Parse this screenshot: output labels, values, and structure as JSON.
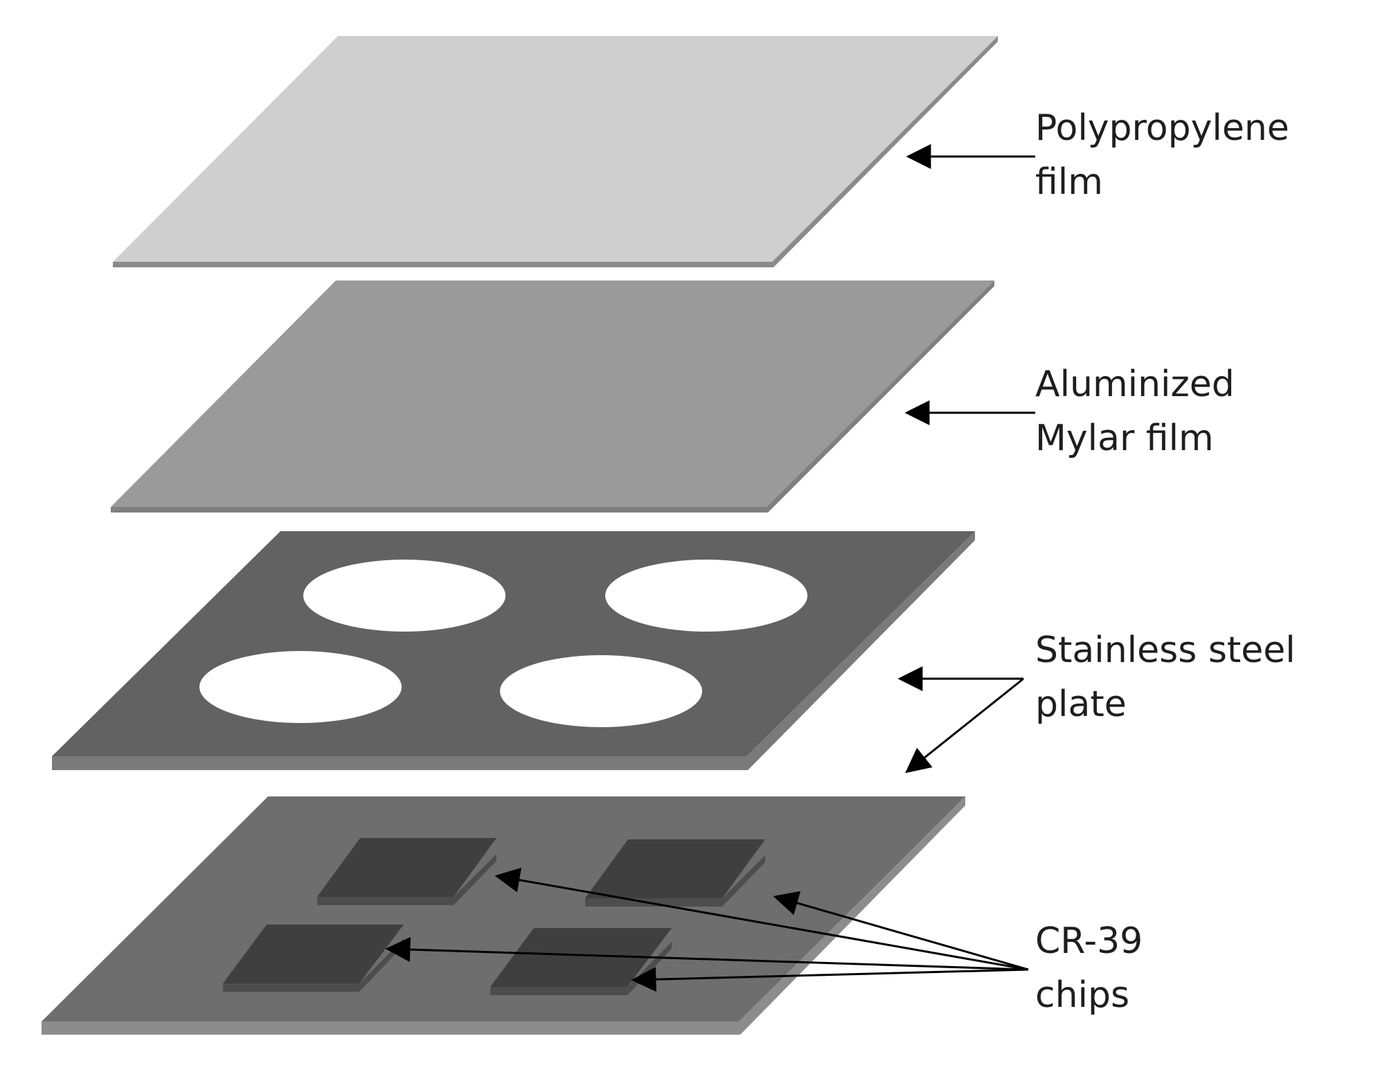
{
  "colors": {
    "background": "#ffffff",
    "polypropylene_film": "#cfcfcf",
    "polypropylene_edge": "#8a8a8a",
    "mylar_film": "#9a9a9a",
    "mylar_edge": "#7f7f7f",
    "steel_plate": "#626262",
    "steel_edge": "#7a7a7a",
    "steel_holes": "#ffffff",
    "base_plate": "#6e6e6e",
    "base_edge": "#8c8c8c",
    "chip_top": "#3f3f3f",
    "chip_side": "#4d4d4d",
    "arrows": "#000000",
    "text": "#1e1e1e"
  },
  "layers": {
    "polypropylene": {
      "line1": "Polypropylene",
      "line2": "film"
    },
    "mylar": {
      "line1": "Aluminized",
      "line2": "Mylar film"
    },
    "steel": {
      "line1": "Stainless steel",
      "line2": "plate"
    },
    "cr39": {
      "line1": "CR-39",
      "line2": "chips"
    }
  },
  "counts": {
    "steel_plate_holes": 4,
    "cr39_chips": 4
  }
}
